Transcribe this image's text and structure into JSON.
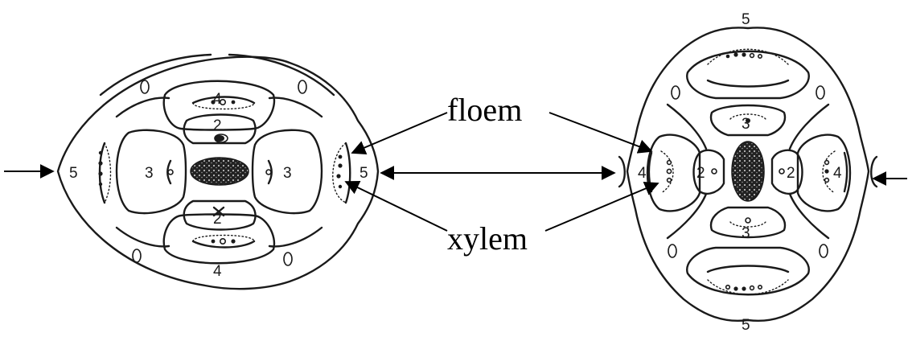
{
  "labels": {
    "phloem": "floem",
    "xylem": "xylem"
  },
  "left_section": {
    "bundle_numbers": [
      "4",
      "2",
      "3",
      "3",
      "2",
      "4",
      "5",
      "5"
    ]
  },
  "right_section": {
    "bundle_numbers": [
      "5",
      "3",
      "4",
      "2",
      "2",
      "4",
      "3",
      "5"
    ]
  }
}
